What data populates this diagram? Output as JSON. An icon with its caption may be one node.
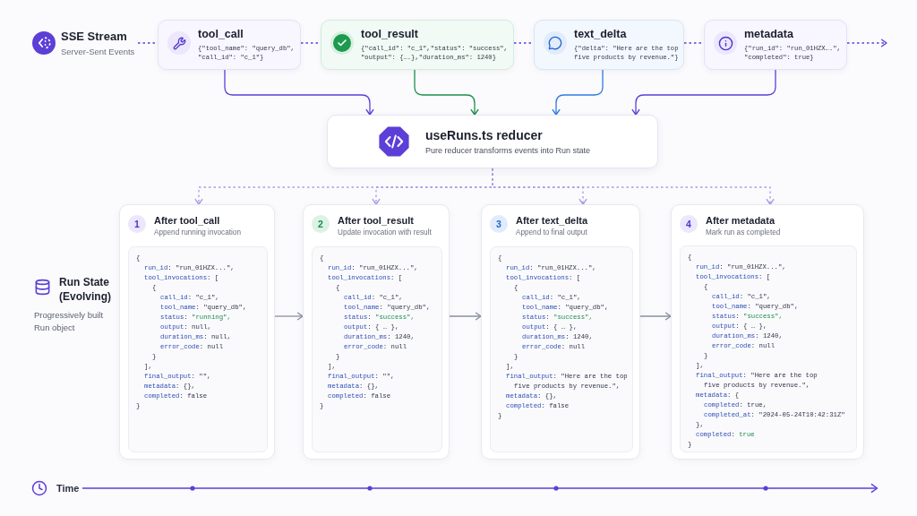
{
  "diagram": {
    "nodes": [
      {
        "text": [
          "SSE Stream",
          "Server-Sent Events"
        ]
      },
      {
        "text": [
          "tool_call",
          "{\"tool_name\": \"query_db\", \"call_id\": \"c_1\"}"
        ]
      },
      {
        "text": [
          "tool_result",
          "{\"call_id\": \"c_1\",\"status\": \"success\", \"output\": {….},\"duration_ms\": 1240}"
        ]
      },
      {
        "text": [
          "text_delta",
          "{\"delta\": \"Here are the top five products by revenue.\"}"
        ]
      },
      {
        "text": [
          "metadata",
          "{\"run_id\": \"run_01HZX….\", \"completed\": true}"
        ]
      },
      {
        "text": [
          "useRuns.ts reducer",
          "Pure reducer transforms events into Run state"
        ]
      },
      {
        "text": [
          "1",
          "After tool_call",
          "Append running invocation"
        ]
      },
      {
        "text": [
          "{",
          "run_id: \"run_01HZX...\",",
          "tool_invocations: [",
          "{",
          "call_id: \"c_1\",",
          "tool_name: \"query_db\",",
          "status: \"running\",",
          "output: null,",
          "duration_ms: null,",
          "error_code: null",
          "}",
          "],",
          "final_output: \"\",",
          "metadata: {},",
          "completed: false",
          "}"
        ],
        "in": 6
      },
      {
        "text": [
          "2",
          "After tool_result",
          "Update invocation with result"
        ]
      },
      {
        "text": [
          "{",
          "run_id: \"run_01HZX...\",",
          "tool_invocations: [",
          "{",
          "call_id: \"c_1\",",
          "tool_name: \"query_db\",",
          "status: \"success\",",
          "output: { … },",
          "duration_ms: 1240,",
          "error_code: null",
          "}",
          "],",
          "final_output: \"\",",
          "metadata: {},",
          "completed: false",
          "}"
        ],
        "in": 8
      },
      {
        "text": [
          "3",
          "After text_delta",
          "Append to final output"
        ]
      },
      {
        "text": [
          "{",
          "run_id: \"run_01HZX...\",",
          "tool_invocations: [",
          "{",
          "call_id: \"c_1\",",
          "tool_name: \"query_db\",",
          "status: \"success\",",
          "output: { … },",
          "duration_ms: 1240,",
          "error_code: null",
          "}",
          "],",
          "final_output: \"Here are the top",
          "five products by revenue.\",",
          "metadata: {},",
          "completed: false",
          "}"
        ],
        "in": 10
      },
      {
        "text": [
          "4",
          "After metadata",
          "Mark run as completed"
        ]
      },
      {
        "text": [
          "{",
          "run_id: \"run_01HZX...\",",
          "tool_invocations: [",
          "{",
          "call_id: \"c_1\",",
          "tool_name: \"query_db\",",
          "status: \"success\",",
          "output: { … },",
          "duration_ms: 1240,",
          "error_code: null",
          "}",
          "],",
          "final_output: \"Here are the top",
          "five products by revenue.\",",
          "metadata: {",
          "completed: true,",
          "completed_at: \"2024-05-24T10:42:31Z\"",
          "},",
          "completed: true",
          "}"
        ],
        "in": 12
      }
    ],
    "edges": [
      {
        "from": 0,
        "to": 1,
        "arrow": "none",
        "style": "dashed"
      },
      {
        "from": 1,
        "to": 2,
        "arrow": "none",
        "style": "dashed"
      },
      {
        "from": 2,
        "to": 3,
        "arrow": "none",
        "style": "dashed"
      },
      {
        "from": 3,
        "to": 4,
        "arrow": "none",
        "style": "dashed"
      },
      {
        "from": 4,
        "to": null,
        "arrow": "to",
        "style": "dashed"
      },
      {
        "from": 1,
        "to": 5,
        "arrow": "to"
      },
      {
        "from": 2,
        "to": 5,
        "arrow": "to",
        "color": "#1e8f4c"
      },
      {
        "from": 3,
        "to": 5,
        "arrow": "to",
        "color": "#2e7be0"
      },
      {
        "from": 4,
        "to": 5,
        "arrow": "to"
      },
      {
        "from": 5,
        "to": 6,
        "arrow": "to",
        "style": "dashed",
        "color": "#a89ce6"
      },
      {
        "from": 5,
        "to": 8,
        "arrow": "to",
        "style": "dashed",
        "color": "#a89ce6"
      },
      {
        "from": 5,
        "to": 10,
        "arrow": "to",
        "style": "dashed",
        "color": "#a89ce6"
      },
      {
        "from": 5,
        "to": 12,
        "arrow": "to",
        "style": "dashed",
        "color": "#a89ce6"
      },
      {
        "from": 6,
        "to": 8,
        "arrow": "to",
        "color": "#8b90a0"
      },
      {
        "from": 8,
        "to": 10,
        "arrow": "to",
        "color": "#8b90a0"
      },
      {
        "from": 10,
        "to": 12,
        "arrow": "to",
        "color": "#8b90a0"
      }
    ],
    "labels": [
      "Run State (Evolving)",
      "Progressively built Run object",
      "Time"
    ]
  }
}
